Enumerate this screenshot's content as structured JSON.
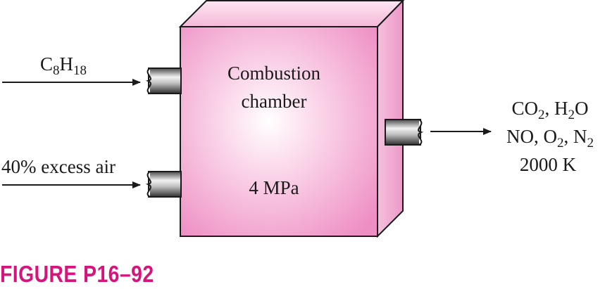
{
  "diagram": {
    "fuel_inlet": {
      "base": "C",
      "sub1": "8",
      "mid": "H",
      "sub2": "18"
    },
    "air_inlet": "40% excess air",
    "chamber": {
      "line1": "Combustion",
      "line2": "chamber",
      "pressure": "4 MPa"
    },
    "outlet": {
      "line1": {
        "a": "CO",
        "a_sub": "2",
        "b": ", H",
        "b_sub": "2",
        "c": "O"
      },
      "line2": {
        "a": "NO, O",
        "a_sub": "2",
        "b": ", N",
        "b_sub": "2"
      },
      "line3": "2000 K"
    }
  },
  "figure_caption": "FIGURE P16–92",
  "colors": {
    "chamber_front": "#f291c6",
    "chamber_side": "#ef9fcb",
    "chamber_top": "#f6b7d8",
    "caption": "#d6147b"
  }
}
